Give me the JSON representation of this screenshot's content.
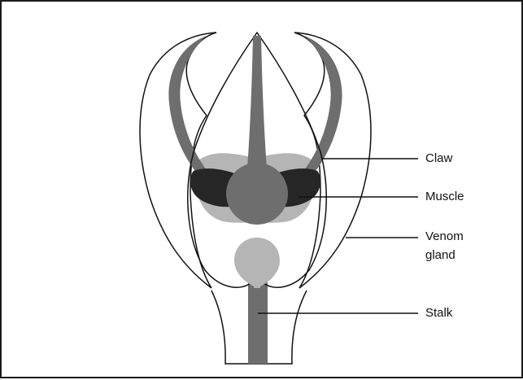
{
  "labels": {
    "claw": "Claw",
    "muscle": "Muscle",
    "venom_gland_line1": "Venom",
    "venom_gland_line2": "gland",
    "stalk": "Stalk"
  },
  "colors": {
    "outline": "#111111",
    "stripe_gray": "#6e6e6e",
    "light_gray": "#b5b5b5",
    "muscle_dark": "#262626"
  }
}
